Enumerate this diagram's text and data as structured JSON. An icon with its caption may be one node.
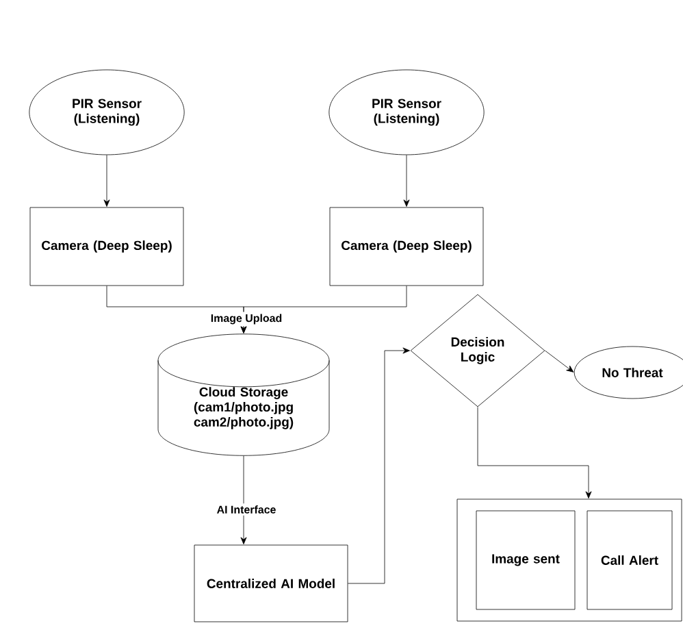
{
  "diagram": {
    "nodes": [
      {
        "text": [
          "PIR Sensor (Listening)"
        ]
      },
      {
        "text": [
          "PIR Sensor (Listening)"
        ]
      },
      {
        "text": [
          "Camera (Deep Sleep)"
        ]
      },
      {
        "text": [
          "Camera (Deep Sleep)"
        ]
      },
      {
        "text": [
          "Cloud Storage (cam1/photo.jpg cam2/photo.jpg)"
        ]
      },
      {
        "text": [
          "Centralized AI Model"
        ]
      },
      {
        "text": [
          "Decision Logic"
        ]
      },
      {
        "text": [
          "No Threat"
        ]
      },
      {
        "text": [],
        "shape": "box"
      },
      {
        "text": [
          "Image sent"
        ],
        "in": 8
      },
      {
        "text": [
          "Call Alert"
        ],
        "in": 8
      }
    ],
    "edges": [
      {
        "from": 0,
        "to": 2,
        "arrow": "to"
      },
      {
        "from": 1,
        "to": 3,
        "arrow": "to"
      },
      {
        "from": 2,
        "to": 4,
        "arrow": "to",
        "label": "Image Upload"
      },
      {
        "from": 3,
        "to": 4,
        "arrow": "to"
      },
      {
        "from": 4,
        "to": 5,
        "arrow": "to",
        "label": "AI Interface"
      },
      {
        "from": 5,
        "to": 6,
        "arrow": "to"
      },
      {
        "from": 6,
        "to": 7,
        "arrow": "to"
      },
      {
        "from": 6,
        "to": 8,
        "arrow": "to"
      }
    ]
  }
}
